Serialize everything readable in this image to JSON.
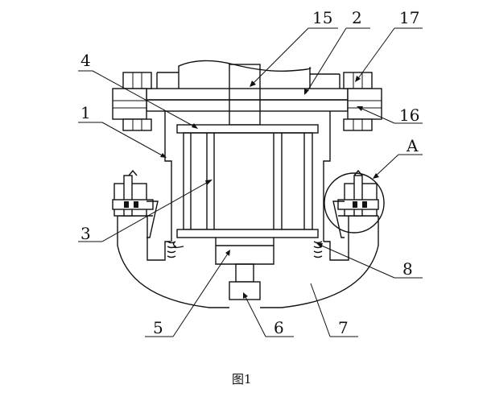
{
  "figure": {
    "caption": "图1",
    "labels": {
      "l15": "15",
      "l2": "2",
      "l17": "17",
      "l4": "4",
      "l1": "1",
      "l16": "16",
      "lA": "A",
      "l3": "3",
      "l8": "8",
      "l5": "5",
      "l6": "6",
      "l7": "7"
    }
  }
}
